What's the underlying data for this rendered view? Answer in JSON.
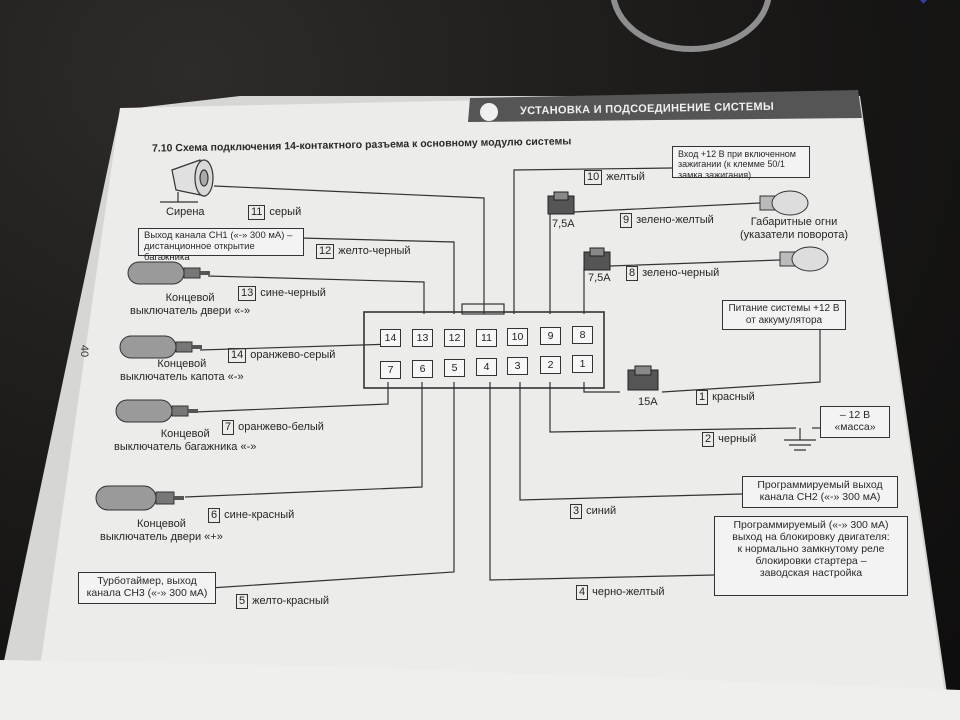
{
  "header": "УСТАНОВКА И ПОДСОЕДИНЕНИЕ СИСТЕМЫ",
  "title": "7.10 Схема подключения 14-контактного разъема к основному модулю системы",
  "page_number": "40",
  "connector": {
    "top_row": [
      "14",
      "13",
      "12",
      "11",
      "10",
      "9",
      "8"
    ],
    "bottom_row": [
      "7",
      "6",
      "5",
      "4",
      "3",
      "2",
      "1"
    ]
  },
  "wires": [
    {
      "num": "11",
      "color": "серый"
    },
    {
      "num": "12",
      "color": "желто-черный"
    },
    {
      "num": "13",
      "color": "сине-черный"
    },
    {
      "num": "14",
      "color": "оранжево-серый"
    },
    {
      "num": "7",
      "color": "оранжево-белый"
    },
    {
      "num": "6",
      "color": "сине-красный"
    },
    {
      "num": "5",
      "color": "желто-красный"
    },
    {
      "num": "10",
      "color": "желтый"
    },
    {
      "num": "9",
      "color": "зелено-желтый"
    },
    {
      "num": "8",
      "color": "зелено-черный"
    },
    {
      "num": "1",
      "color": "красный"
    },
    {
      "num": "2",
      "color": "черный"
    },
    {
      "num": "3",
      "color": "синий"
    },
    {
      "num": "4",
      "color": "черно-желтый"
    }
  ],
  "labels": {
    "siren": "Сирена",
    "ch1": "Выход канала СН1 («-» 300 мА) – дистанционное открытие багажника",
    "door_minus": [
      "Концевой",
      "выключатель двери «-»"
    ],
    "hood": [
      "Концевой",
      "выключатель капота «-»"
    ],
    "trunk": [
      "Концевой",
      "выключатель багажника «-»"
    ],
    "door_plus": [
      "Концевой",
      "выключатель двери «+»"
    ],
    "turbo": [
      "Турботаймер, выход",
      "канала СН3 («-» 300 мА)"
    ],
    "ignition": "Вход +12 В при включенном зажигании (к клемме 50/1 замка зажигания)",
    "fuse_75a": "7,5А",
    "fuse_15a": "15А",
    "parking_lights": [
      "Габаритные огни",
      "(указатели поворота)"
    ],
    "power": [
      "Питание системы +12 В",
      "от аккумулятора"
    ],
    "ground": [
      "– 12 В",
      "«масса»"
    ],
    "ch2": [
      "Программируемый выход",
      "канала СН2 («-» 300 мА)"
    ],
    "immobilizer": [
      "Программируемый («-» 300 мА)",
      "выход на блокировку двигателя:",
      "к нормально замкнутому реле",
      "блокировки стартера –",
      "заводская настройка"
    ]
  }
}
